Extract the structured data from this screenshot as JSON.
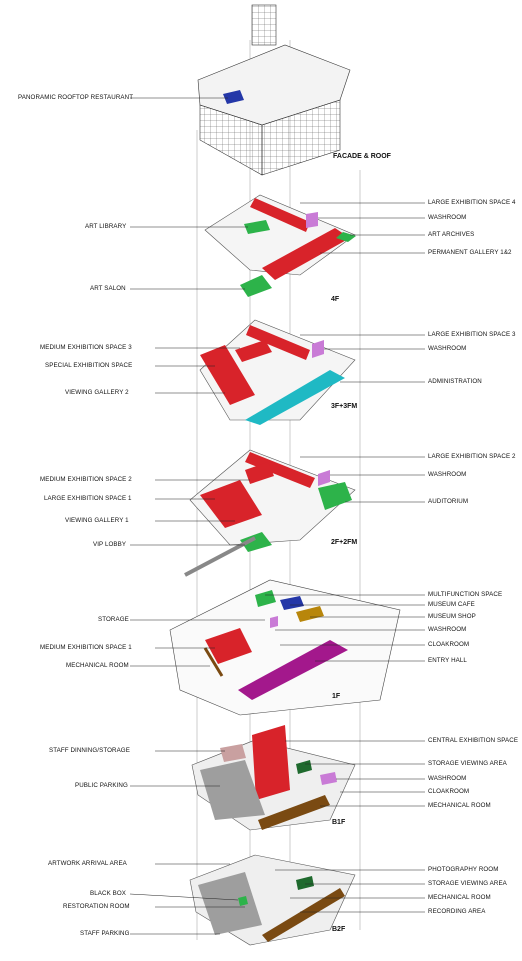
{
  "floors": {
    "roof": "FACADE & ROOF",
    "f4": "4F",
    "f3": "3F+3FM",
    "f2": "2F+2FM",
    "f1": "1F",
    "b1": "B1F",
    "b2": "B2F"
  },
  "labels_left": {
    "panoramic": "PANORAMIC ROOFTOP RESTAURANT",
    "art_library": "ART LIBRARY",
    "art_salon": "ART SALON",
    "medium3": "MEDIUM EXHIBITION SPACE 3",
    "special": "SPECIAL EXHIBITION SPACE",
    "viewing2": "VIEWING GALLERY 2",
    "medium2": "MEDIUM EXHIBITION SPACE 2",
    "large1": "LARGE EXHIBITION SPACE 1",
    "viewing1": "VIEWING GALLERY 1",
    "vip": "VIP LOBBY",
    "storage": "STORAGE",
    "medium1": "MEDIUM EXHIBITION SPACE 1",
    "mech1": "MECHANICAL ROOM",
    "staff_dining": "STAFF DINNING/STORAGE",
    "public_parking": "PUBLIC PARKING",
    "artwork_arrival": "ARTWORK ARRIVAL AREA",
    "black_box": "BLACK BOX",
    "restoration": "RESTORATION ROOM",
    "staff_parking": "STAFF PARKING"
  },
  "labels_right": {
    "large4": "LARGE EXHIBITION SPACE 4",
    "washroom4": "WASHROOM",
    "archives": "ART ARCHIVES",
    "permanent": "PERMANENT GALLERY 1&2",
    "large3": "LARGE EXHIBITION SPACE 3",
    "washroom3": "WASHROOM",
    "administration": "ADMINISTRATION",
    "large2": "LARGE EXHIBITION SPACE 2",
    "washroom2": "WASHROOM",
    "auditorium": "AUDITORIUM",
    "multifunction": "MULTIFUNCTION SPACE",
    "cafe": "MUSEUM CAFE",
    "shop": "MUSEUM SHOP",
    "washroom1": "WASHROOM",
    "cloakroom1": "CLOAKROOM",
    "entry": "ENTRY HALL",
    "central": "CENTRAL EXHIBITION SPACE",
    "storage_viewing_b1": "STORAGE VIEWING AREA",
    "washroom_b1": "WASHROOM",
    "cloakroom_b1": "CLOAKROOM",
    "mech_b1": "MECHANICAL ROOM",
    "photo": "PHOTOGRAPHY ROOM",
    "storage_viewing_b2": "STORAGE VIEWING AREA",
    "mech_b2": "MECHANICAL ROOM",
    "recording": "RECORDING AREA"
  },
  "colors": {
    "exhibition": "#d8232a",
    "green": "#2db34a",
    "washroom": "#c97bd6",
    "admin": "#1fb9c4",
    "entry": "#a3188c",
    "cafe": "#2437a8",
    "shop": "#b8860b",
    "mechanical": "#7a4a12",
    "parking": "#9e9e9e",
    "staff": "#c9a0a0",
    "storage_dark": "#1f6a2e"
  }
}
